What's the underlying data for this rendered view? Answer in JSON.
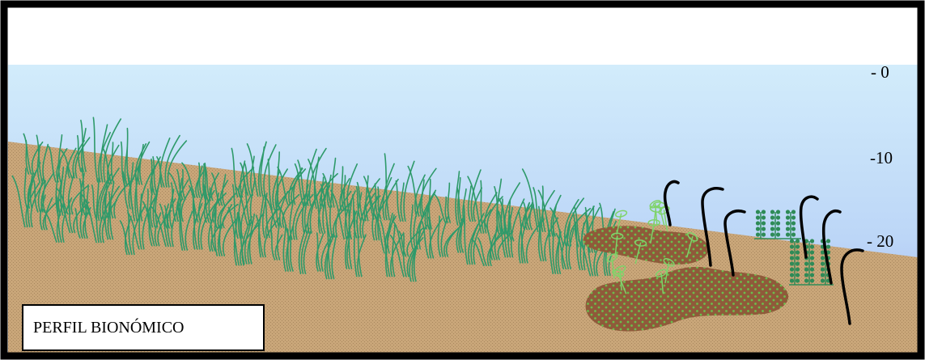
{
  "title": "PERFIL BIONÓMICO",
  "depth_labels": [
    "- 0",
    "-10",
    "- 20"
  ],
  "colors": {
    "water_top": "#d2ecfb",
    "water_bottom": "#a5b4f2",
    "sand": "#c9a679",
    "sand_dot": "#a8875e",
    "rock": "#8f5a3a",
    "rock_dot": "#6bbf4c",
    "seagrass": "#2e9a6a",
    "seagrass_light": "#7fd36a",
    "whip_coral": "#000000",
    "algae": "#2e8b57",
    "border": "#000000"
  },
  "icons": [
    "seagrass-meadow-icon",
    "maerl-rock-icon",
    "whip-coral-icon",
    "algae-icon"
  ]
}
